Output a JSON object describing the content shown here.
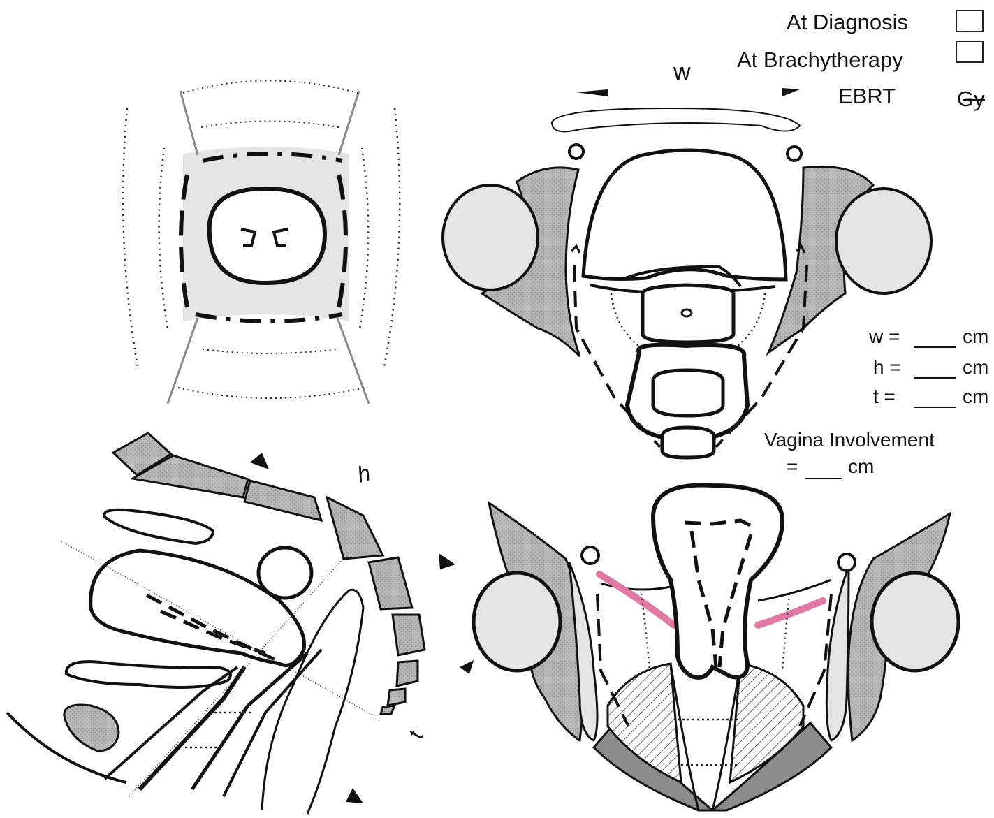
{
  "legend": {
    "at_diagnosis": "At Diagnosis",
    "at_brachytherapy": "At Brachytherapy",
    "ebrt_label": "EBRT",
    "ebrt_unit": "Gy"
  },
  "dimensions": {
    "width_label": "w",
    "height_label": "h",
    "thickness_label": "t",
    "w_line": "w =",
    "h_line": "h =",
    "t_line": "t  =",
    "unit": "cm"
  },
  "vagina": {
    "title": "Vagina Involvement",
    "eq": "=",
    "unit": "cm"
  },
  "colors": {
    "tissue_gray": "#e4e4e4",
    "bone_hatch": "#bdbdbd",
    "outline": "#111111",
    "highlight_pink": "#e07aa4"
  }
}
